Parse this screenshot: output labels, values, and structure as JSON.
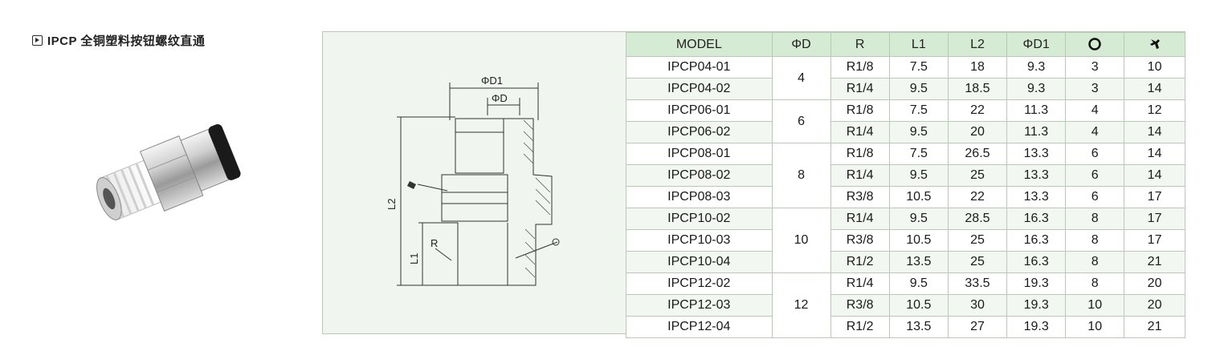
{
  "header": {
    "title": "IPCP 全铜塑料按钮螺纹直通"
  },
  "drawing": {
    "labels": {
      "d1": "ΦD1",
      "d": "ΦD",
      "l2": "L2",
      "l1": "L1",
      "r": "R"
    }
  },
  "table": {
    "headers": [
      "MODEL",
      "ΦD",
      "R",
      "L1",
      "L2",
      "ΦD1"
    ],
    "icons": [
      "o-ring-icon",
      "wrench-icon"
    ],
    "groups": [
      {
        "d": "4",
        "rows": [
          {
            "model": "IPCP04-01",
            "r": "R1/8",
            "l1": "7.5",
            "l2": "18",
            "d1": "9.3",
            "o": "3",
            "w": "10"
          },
          {
            "model": "IPCP04-02",
            "r": "R1/4",
            "l1": "9.5",
            "l2": "18.5",
            "d1": "9.3",
            "o": "3",
            "w": "14"
          }
        ]
      },
      {
        "d": "6",
        "rows": [
          {
            "model": "IPCP06-01",
            "r": "R1/8",
            "l1": "7.5",
            "l2": "22",
            "d1": "11.3",
            "o": "4",
            "w": "12"
          },
          {
            "model": "IPCP06-02",
            "r": "R1/4",
            "l1": "9.5",
            "l2": "20",
            "d1": "11.3",
            "o": "4",
            "w": "14"
          }
        ]
      },
      {
        "d": "8",
        "rows": [
          {
            "model": "IPCP08-01",
            "r": "R1/8",
            "l1": "7.5",
            "l2": "26.5",
            "d1": "13.3",
            "o": "6",
            "w": "14"
          },
          {
            "model": "IPCP08-02",
            "r": "R1/4",
            "l1": "9.5",
            "l2": "25",
            "d1": "13.3",
            "o": "6",
            "w": "14"
          },
          {
            "model": "IPCP08-03",
            "r": "R3/8",
            "l1": "10.5",
            "l2": "22",
            "d1": "13.3",
            "o": "6",
            "w": "17"
          }
        ]
      },
      {
        "d": "10",
        "rows": [
          {
            "model": "IPCP10-02",
            "r": "R1/4",
            "l1": "9.5",
            "l2": "28.5",
            "d1": "16.3",
            "o": "8",
            "w": "17"
          },
          {
            "model": "IPCP10-03",
            "r": "R3/8",
            "l1": "10.5",
            "l2": "25",
            "d1": "16.3",
            "o": "8",
            "w": "17"
          },
          {
            "model": "IPCP10-04",
            "r": "R1/2",
            "l1": "13.5",
            "l2": "25",
            "d1": "16.3",
            "o": "8",
            "w": "21"
          }
        ]
      },
      {
        "d": "12",
        "rows": [
          {
            "model": "IPCP12-02",
            "r": "R1/4",
            "l1": "9.5",
            "l2": "33.5",
            "d1": "19.3",
            "o": "8",
            "w": "20"
          },
          {
            "model": "IPCP12-03",
            "r": "R3/8",
            "l1": "10.5",
            "l2": "30",
            "d1": "19.3",
            "o": "10",
            "w": "20"
          },
          {
            "model": "IPCP12-04",
            "r": "R1/2",
            "l1": "13.5",
            "l2": "27",
            "d1": "19.3",
            "o": "10",
            "w": "21"
          }
        ]
      }
    ]
  }
}
